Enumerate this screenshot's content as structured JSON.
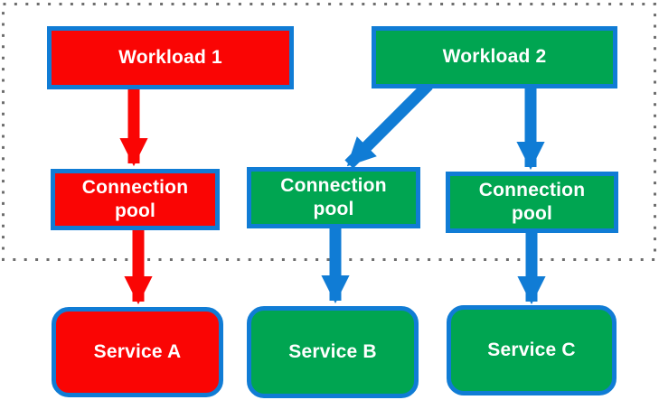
{
  "diagram": {
    "nodes": {
      "workload1": {
        "label": "Workload 1",
        "fill": "red"
      },
      "workload2": {
        "label": "Workload 2",
        "fill": "green"
      },
      "pool1": {
        "label": "Connection\npool",
        "fill": "red"
      },
      "pool2": {
        "label": "Connection\npool",
        "fill": "green"
      },
      "pool3": {
        "label": "Connection\npool",
        "fill": "green"
      },
      "serviceA": {
        "label": "Service A",
        "fill": "red"
      },
      "serviceB": {
        "label": "Service B",
        "fill": "green"
      },
      "serviceC": {
        "label": "Service C",
        "fill": "green"
      }
    },
    "edges": [
      {
        "from": "workload1",
        "to": "pool1",
        "color": "red"
      },
      {
        "from": "workload2",
        "to": "pool2",
        "color": "blue"
      },
      {
        "from": "workload2",
        "to": "pool3",
        "color": "blue"
      },
      {
        "from": "pool1",
        "to": "serviceA",
        "color": "red"
      },
      {
        "from": "pool2",
        "to": "serviceB",
        "color": "blue"
      },
      {
        "from": "pool3",
        "to": "serviceC",
        "color": "blue"
      }
    ],
    "colors": {
      "red": "#fa0504",
      "green": "#00a551",
      "node_border_blue": "#107cd5",
      "arrow_red": "#fa0504",
      "arrow_blue": "#107cd5",
      "dotted_boundary": "#6e6e6e",
      "label_text": "#ffffff",
      "background": "#ffffff"
    }
  }
}
